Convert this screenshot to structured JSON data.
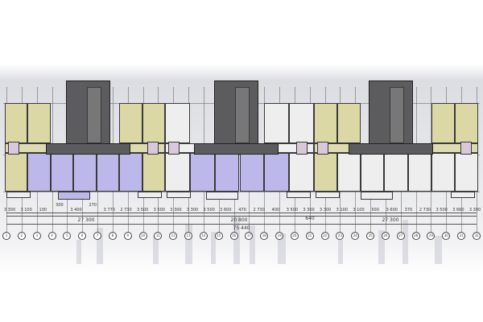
{
  "plan": {
    "colors": {
      "core": "#5c5c5e",
      "apartment_a": "#dcd8a6",
      "apartment_b": "#bdb8ea",
      "apartment_c": "#eeeeee",
      "wet_room": "#d9c8dc"
    },
    "segment_dimensions": [
      "3 300",
      "3 100",
      "100",
      "300",
      "3 400",
      "270",
      "3 770",
      "2 730",
      "3 500",
      "3 500",
      "3 300",
      "3 300",
      "3 500",
      "3 600",
      "470",
      "2 730",
      "400",
      "3 500",
      "3 300",
      "3 300",
      "3 100",
      "3 100",
      "500",
      "3 600",
      "370",
      "2 730",
      "3 500",
      "3 660",
      "3 300"
    ],
    "section_totals": [
      "27 300",
      "20 800",
      "640",
      "27 300"
    ],
    "overall_total": "75 440",
    "axes": [
      "1",
      "2",
      "3",
      "4",
      "5",
      "6",
      "7",
      "8",
      "9",
      "10",
      "11",
      "12",
      "13",
      "14",
      "15",
      "16",
      "17",
      "18",
      "19",
      "20",
      "21",
      "22",
      "23",
      "24",
      "25",
      "26",
      "27",
      "28",
      "29",
      "30",
      "31",
      "32"
    ]
  }
}
